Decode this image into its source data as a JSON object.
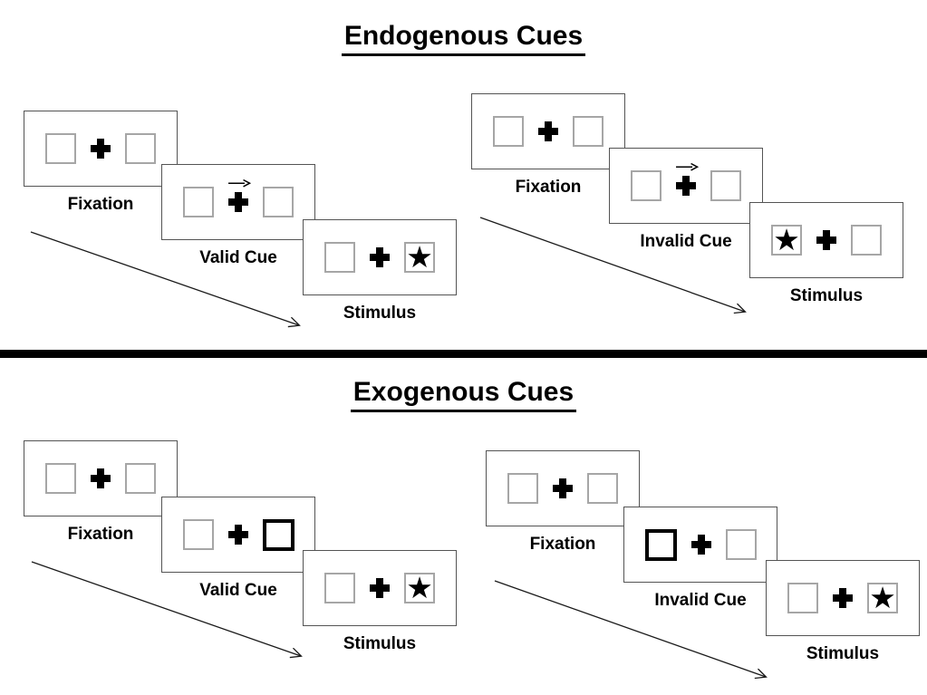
{
  "sections": {
    "endogenous": {
      "title": "Endogenous Cues",
      "valid": {
        "cue_description": "central arrow pointing right above fixation cross",
        "stimulus_side": "right",
        "steps": [
          {
            "label": "Fixation"
          },
          {
            "label": "Valid Cue"
          },
          {
            "label": "Stimulus"
          }
        ]
      },
      "invalid": {
        "cue_description": "central arrow pointing right above fixation cross",
        "stimulus_side": "left",
        "steps": [
          {
            "label": "Fixation"
          },
          {
            "label": "Invalid Cue"
          },
          {
            "label": "Stimulus"
          }
        ]
      }
    },
    "exogenous": {
      "title": "Exogenous Cues",
      "valid": {
        "cue_description": "right peripheral box highlighted with thick black border",
        "stimulus_side": "right",
        "steps": [
          {
            "label": "Fixation"
          },
          {
            "label": "Valid Cue"
          },
          {
            "label": "Stimulus"
          }
        ]
      },
      "invalid": {
        "cue_description": "left peripheral box highlighted with thick black border",
        "stimulus_side": "right",
        "steps": [
          {
            "label": "Fixation"
          },
          {
            "label": "Invalid Cue"
          },
          {
            "label": "Stimulus"
          }
        ]
      }
    }
  },
  "glyphs": {
    "star": "★",
    "fixation_cross": "plus-cross",
    "cue_arrow_direction": "right"
  },
  "colors": {
    "background": "#ffffff",
    "ink": "#000000",
    "panel_border": "#545454",
    "placeholder_box_border": "#a6a6a6",
    "divider": "#000000"
  }
}
